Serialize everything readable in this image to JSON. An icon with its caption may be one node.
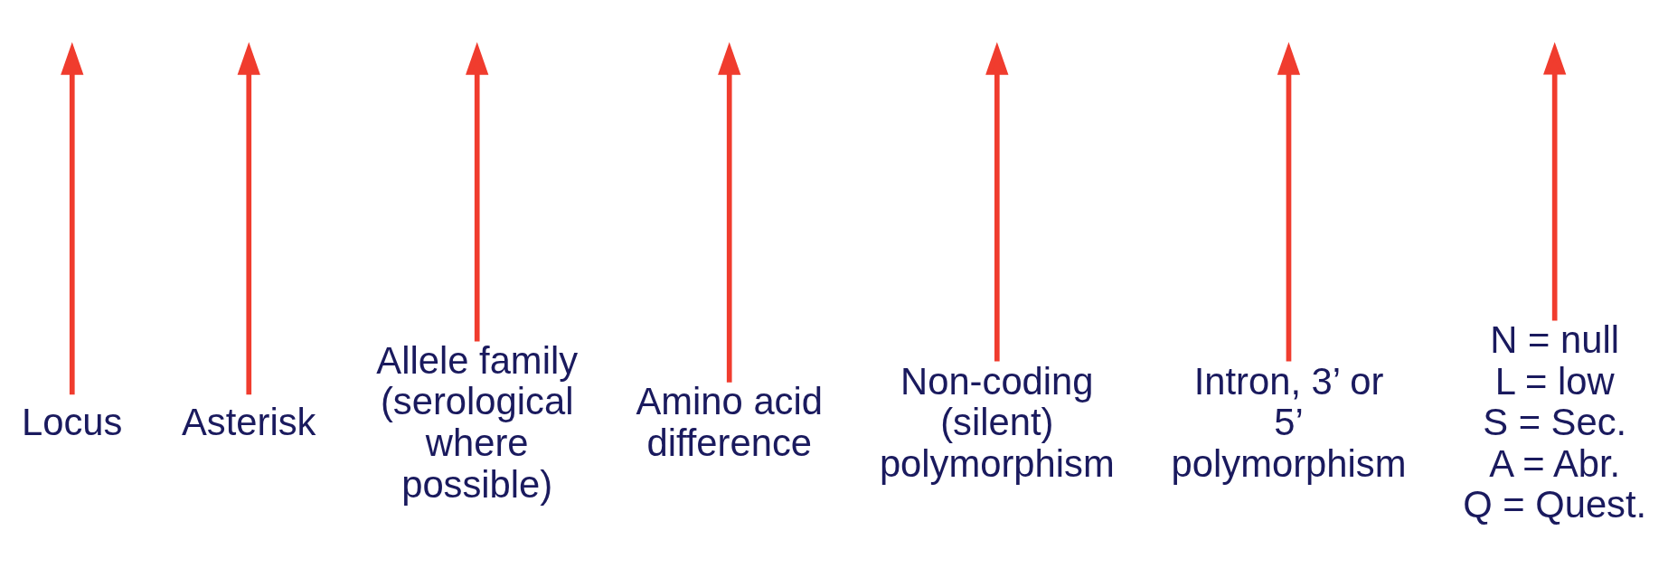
{
  "diagram": {
    "nodes": [
      {
        "text": [
          "Locus"
        ]
      },
      {
        "text": [
          "Asterisk"
        ]
      },
      {
        "text": [
          "Allele family (serological where possible)"
        ]
      },
      {
        "text": [
          "Amino acid difference"
        ]
      },
      {
        "text": [
          "Non-coding (silent) polymorphism"
        ]
      },
      {
        "text": [
          "Intron, 3’ or 5’ polymorphism"
        ]
      },
      {
        "text": [
          "N = null",
          "L = low",
          "S = Sec.",
          "A = Abr.",
          "Q = Quest."
        ]
      }
    ],
    "edges": [
      {
        "from": 0,
        "to": null,
        "arrow": "to"
      },
      {
        "from": 1,
        "to": null,
        "arrow": "to"
      },
      {
        "from": 2,
        "to": null,
        "arrow": "to"
      },
      {
        "from": 3,
        "to": null,
        "arrow": "to"
      },
      {
        "from": 4,
        "to": null,
        "arrow": "to"
      },
      {
        "from": 5,
        "to": null,
        "arrow": "to"
      },
      {
        "from": 6,
        "to": null,
        "arrow": "to"
      }
    ]
  }
}
